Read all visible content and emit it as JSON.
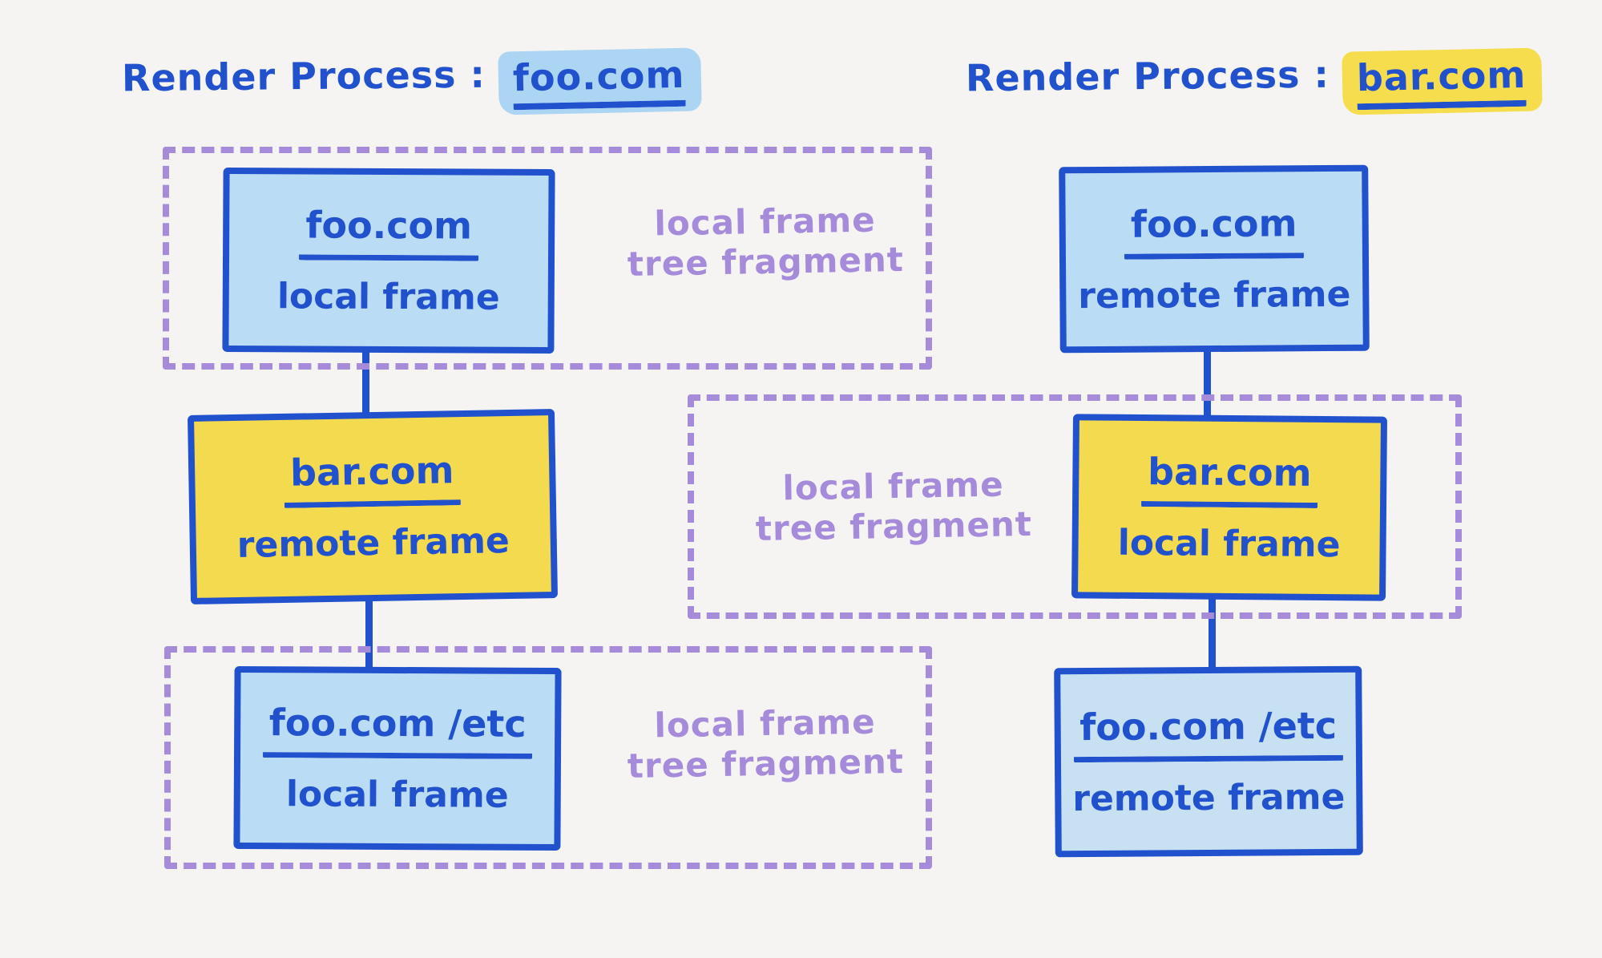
{
  "colors": {
    "background": "#f5f4f2",
    "ink_blue": "#2151cd",
    "light_blue_fill": "#badcf4",
    "yellow_fill": "#f4da4e",
    "purple_dashed": "#a58bda",
    "title_highlight_blue": "#abd5f2",
    "title_highlight_yellow": "#f6dd4e"
  },
  "left_process": {
    "title_prefix": "Render Process :",
    "title_domain": "foo.com",
    "nodes": {
      "root": {
        "domain": "foo.com",
        "frame_type": "local frame"
      },
      "child": {
        "domain": "bar.com",
        "frame_type": "remote frame"
      },
      "grandchild": {
        "domain": "foo.com /etc",
        "frame_type": "local frame"
      }
    },
    "fragment_labels": {
      "top": {
        "line1": "local frame",
        "line2": "tree fragment"
      },
      "bottom": {
        "line1": "local frame",
        "line2": "tree fragment"
      }
    }
  },
  "right_process": {
    "title_prefix": "Render Process :",
    "title_domain": "bar.com",
    "nodes": {
      "root": {
        "domain": "foo.com",
        "frame_type": "remote frame"
      },
      "child": {
        "domain": "bar.com",
        "frame_type": "local frame"
      },
      "grandchild": {
        "domain": "foo.com /etc",
        "frame_type": "remote frame"
      }
    },
    "fragment_labels": {
      "middle": {
        "line1": "local frame",
        "line2": "tree fragment"
      }
    }
  }
}
